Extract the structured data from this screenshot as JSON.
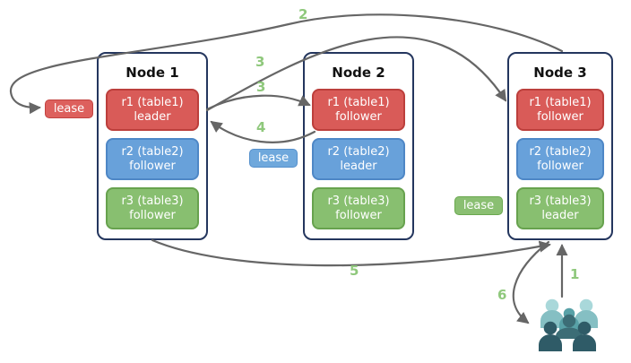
{
  "nodes": [
    {
      "title": "Node 1",
      "replicas": [
        {
          "name": "r1 (table1)",
          "role": "leader",
          "color": "red"
        },
        {
          "name": "r2 (table2)",
          "role": "follower",
          "color": "blue"
        },
        {
          "name": "r3 (table3)",
          "role": "follower",
          "color": "green"
        }
      ]
    },
    {
      "title": "Node 2",
      "replicas": [
        {
          "name": "r1 (table1)",
          "role": "follower",
          "color": "red"
        },
        {
          "name": "r2 (table2)",
          "role": "leader",
          "color": "blue"
        },
        {
          "name": "r3 (table3)",
          "role": "follower",
          "color": "green"
        }
      ]
    },
    {
      "title": "Node 3",
      "replicas": [
        {
          "name": "r1 (table1)",
          "role": "follower",
          "color": "red"
        },
        {
          "name": "r2 (table2)",
          "role": "follower",
          "color": "blue"
        },
        {
          "name": "r3 (table3)",
          "role": "leader",
          "color": "green"
        }
      ]
    }
  ],
  "leases": [
    {
      "label": "lease",
      "color": "red"
    },
    {
      "label": "lease",
      "color": "blue"
    },
    {
      "label": "lease",
      "color": "green"
    }
  ],
  "steps": [
    {
      "label": "1"
    },
    {
      "label": "2"
    },
    {
      "label": "3"
    },
    {
      "label": "3"
    },
    {
      "label": "4"
    },
    {
      "label": "5"
    },
    {
      "label": "6"
    }
  ],
  "arrows": [
    {
      "label": "1",
      "from": "users",
      "to": "node3"
    },
    {
      "label": "2",
      "from": "node3",
      "to": "lease-red"
    },
    {
      "label": "3",
      "from": "node1-r1",
      "to": "node3-r1"
    },
    {
      "label": "3",
      "from": "node1-r1",
      "to": "node2-r1"
    },
    {
      "label": "4",
      "from": "node2-r1",
      "to": "node1-r1"
    },
    {
      "label": "5",
      "from": "node1",
      "to": "node3"
    },
    {
      "label": "6",
      "from": "node3",
      "to": "users"
    }
  ],
  "colors": {
    "replica_red": "#d95b58",
    "replica_blue": "#68a1da",
    "replica_green": "#88bf70",
    "node_border": "#24365e",
    "arrow": "#666666",
    "step_number": "#8fc87c",
    "users_light": "#a9d8da",
    "users_medium": "#58a1a7",
    "users_dark": "#2f5b67"
  }
}
